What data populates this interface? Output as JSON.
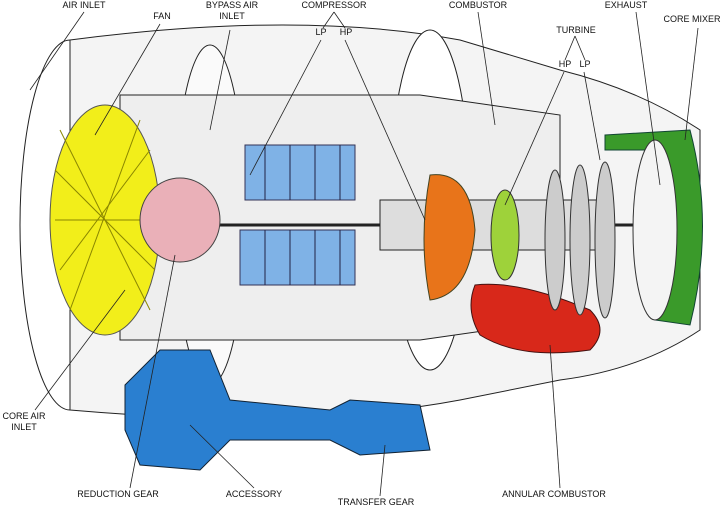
{
  "title": "Turbofan engine cutaway",
  "labels": {
    "air_inlet": "AIR INLET",
    "fan": "FAN",
    "bypass_air_inlet_1": "BYPASS AIR",
    "bypass_air_inlet_2": "INLET",
    "compressor": "COMPRESSOR",
    "compressor_lp": "LP",
    "compressor_hp": "HP",
    "combustor": "COMBUSTOR",
    "turbine": "TURBINE",
    "turbine_hp": "HP",
    "turbine_lp": "LP",
    "exhaust": "EXHAUST",
    "core_mixer": "CORE MIXER",
    "core_air_inlet_1": "CORE AIR",
    "core_air_inlet_2": "INLET",
    "reduction_gear": "REDUCTION GEAR",
    "accessory": "ACCESSORY",
    "transfer_gear": "TRANSFER GEAR",
    "annular_combustor": "ANNULAR COMBUSTOR"
  },
  "colors": {
    "fan": "#f2ee1a",
    "reduction_gear": "#eab0b8",
    "compressor": "#7fb2e6",
    "combustor_orange": "#e8741a",
    "turbine_green": "#9ed23a",
    "annular_combustor": "#d8281a",
    "core_mixer": "#3a9a2a",
    "accessory": "#2a7fd0"
  }
}
